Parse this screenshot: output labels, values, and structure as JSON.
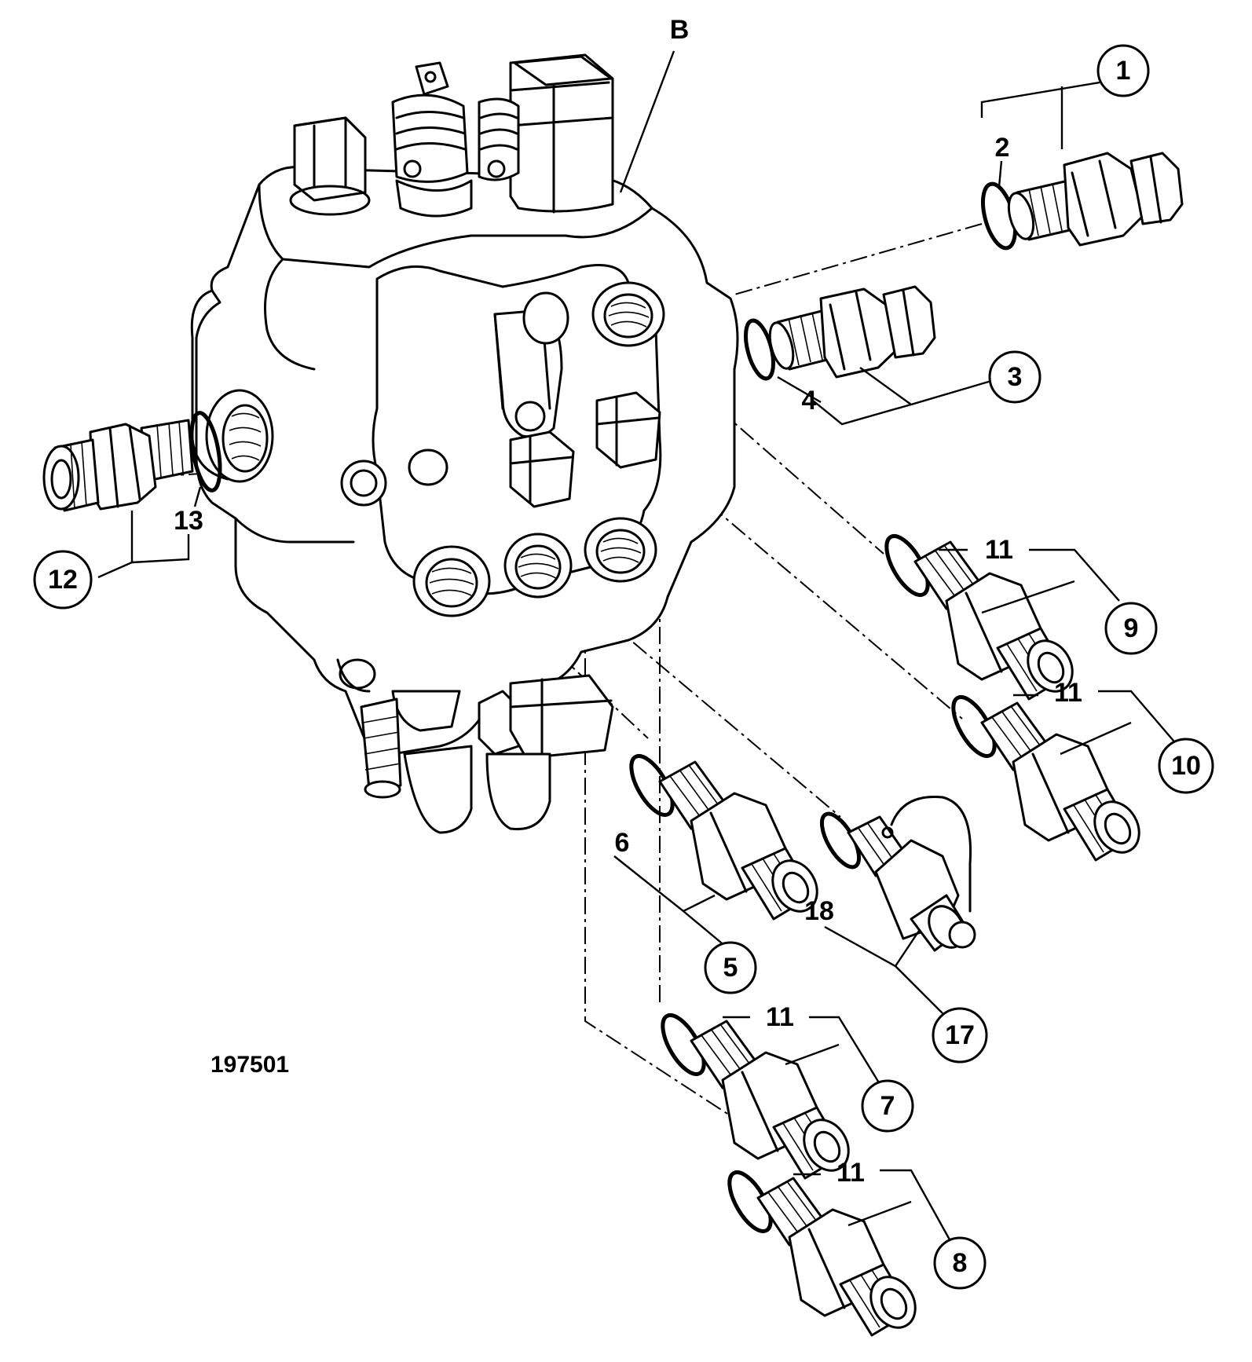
{
  "figure_number": "197501",
  "assembly_label": "B",
  "callouts": [
    {
      "id": "c1",
      "text": "1"
    },
    {
      "id": "c3",
      "text": "3"
    },
    {
      "id": "c5",
      "text": "5"
    },
    {
      "id": "c7",
      "text": "7"
    },
    {
      "id": "c8",
      "text": "8"
    },
    {
      "id": "c9",
      "text": "9"
    },
    {
      "id": "c10",
      "text": "10"
    },
    {
      "id": "c12",
      "text": "12"
    },
    {
      "id": "c17",
      "text": "17"
    }
  ],
  "part_labels": [
    {
      "id": "p2",
      "text": "2"
    },
    {
      "id": "p4",
      "text": "4"
    },
    {
      "id": "p6",
      "text": "6"
    },
    {
      "id": "p11a",
      "text": "11"
    },
    {
      "id": "p11b",
      "text": "11"
    },
    {
      "id": "p11c",
      "text": "11"
    },
    {
      "id": "p11d",
      "text": "11"
    },
    {
      "id": "p13",
      "text": "13"
    },
    {
      "id": "p18",
      "text": "18"
    }
  ]
}
